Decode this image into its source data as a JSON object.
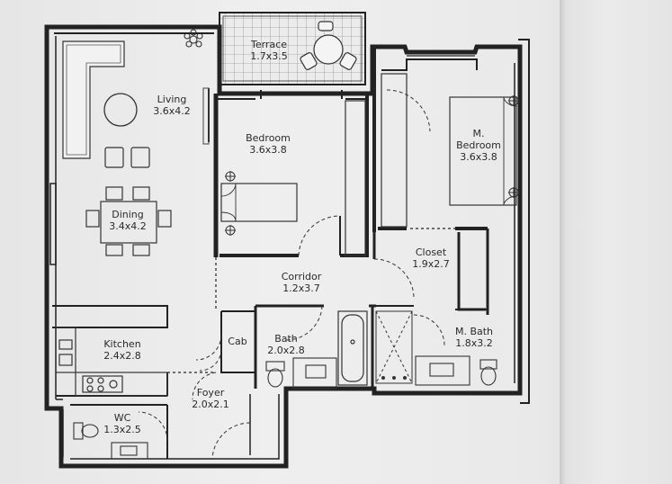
{
  "rooms": {
    "terrace": {
      "name": "Terrace",
      "size": "1.7x3.5"
    },
    "living": {
      "name": "Living",
      "size": "3.6x4.2"
    },
    "bedroom": {
      "name": "Bedroom",
      "size": "3.6x3.8"
    },
    "master": {
      "name_line1": "M.",
      "name_line2": "Bedroom",
      "size": "3.6x3.8"
    },
    "dining": {
      "name": "Dining",
      "size": "3.4x4.2"
    },
    "closet": {
      "name": "Closet",
      "size": "1.9x2.7"
    },
    "corridor": {
      "name": "Corridor",
      "size": "1.2x3.7"
    },
    "cab": {
      "name": "Cab"
    },
    "bath": {
      "name": "Bath",
      "size": "2.0x2.8"
    },
    "mbath": {
      "name": "M. Bath",
      "size": "1.8x3.2"
    },
    "kitchen": {
      "name": "Kitchen",
      "size": "2.4x2.8"
    },
    "foyer": {
      "name": "Foyer",
      "size": "2.0x2.1"
    },
    "wc": {
      "name": "WC",
      "size": "1.3x2.5"
    }
  },
  "colors": {
    "wall": "#222222",
    "line": "#3a3a3a",
    "paper": "#ececec"
  }
}
